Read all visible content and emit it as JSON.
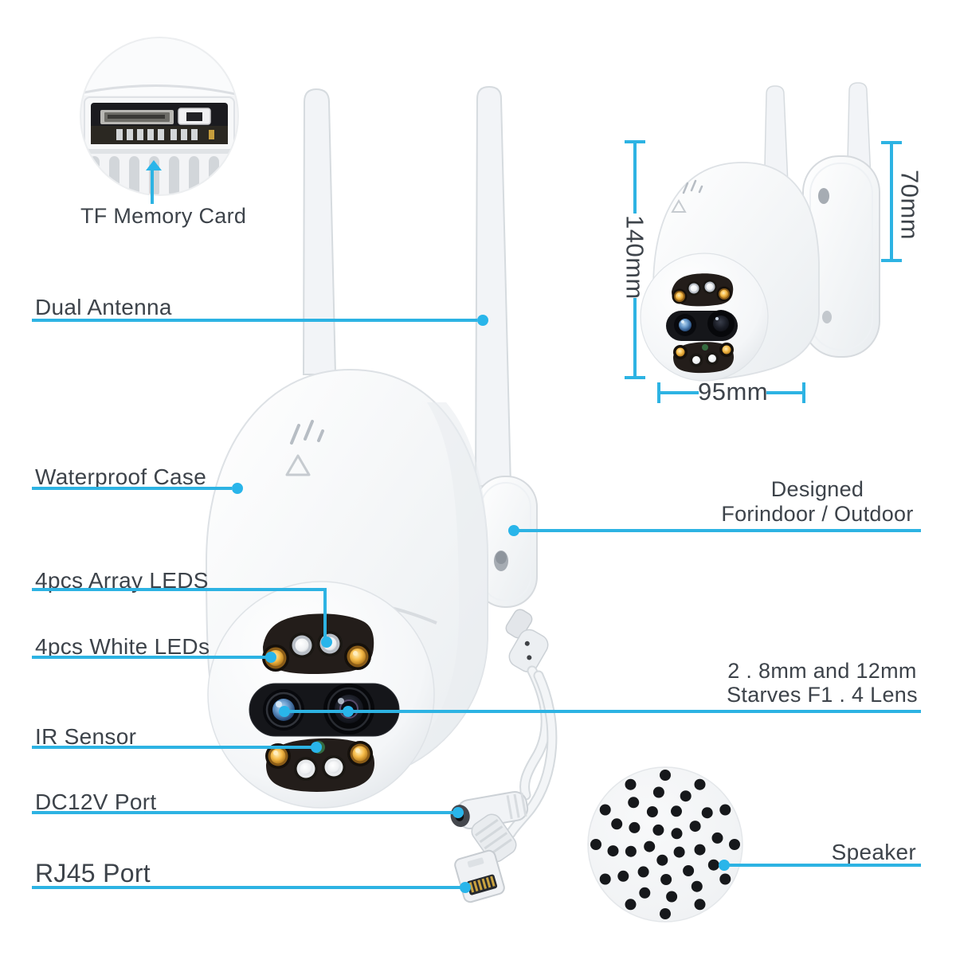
{
  "colors": {
    "accent_line": "#2db3e3",
    "accent_dot": "#29b5ea",
    "text": "#3d434a",
    "background": "#ffffff",
    "lens_bar": "#15161a",
    "led_amber": "#f6bc4a",
    "ir_green": "#356b40"
  },
  "callouts": {
    "tf_card": {
      "label": "TF Memory Card"
    },
    "dual_antenna": {
      "label": "Dual Antenna"
    },
    "waterproof_case": {
      "label": "Waterproof Case"
    },
    "array_leds": {
      "label": "4pcs Array LEDS"
    },
    "white_leds": {
      "label": "4pcs White LEDs"
    },
    "ir_sensor": {
      "label": "IR Sensor"
    },
    "dc12v_port": {
      "label": "DC12V Port"
    },
    "rj45_port": {
      "label": "RJ45 Port"
    },
    "designed": {
      "line1": "Designed",
      "line2": "Forindoor / Outdoor"
    },
    "lens": {
      "line1": "2 . 8mm and 12mm",
      "line2": "Starves F1 . 4 Lens"
    },
    "speaker": {
      "label": "Speaker"
    }
  },
  "dimensions": {
    "camera_height": "140mm",
    "bracket_height": "70mm",
    "camera_width": "95mm"
  }
}
